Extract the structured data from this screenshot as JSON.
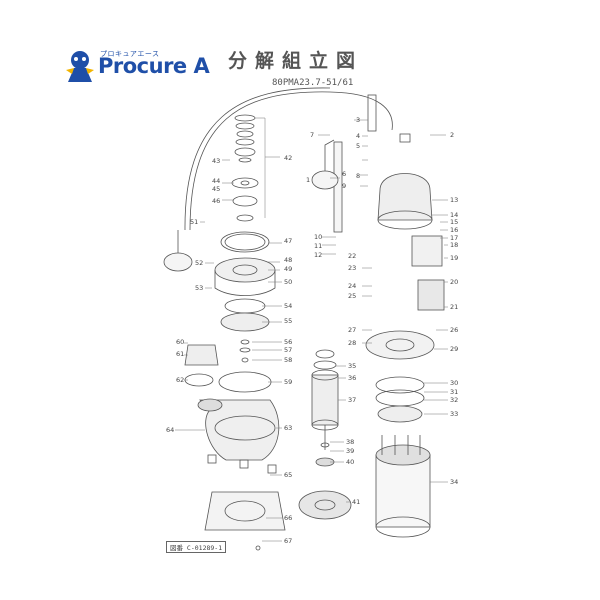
{
  "brand": {
    "small_text": "プロキュアエース",
    "main_text": "Procure A"
  },
  "header": {
    "title": "分解組立図",
    "model": "80PMA23.7-51/61"
  },
  "footer": {
    "drawing_code": "図番 C-01289-1"
  },
  "part_numbers": {
    "p1": "1",
    "p2": "2",
    "p3": "3",
    "p4": "4",
    "p5": "5",
    "p6": "6",
    "p7": "7",
    "p8": "8",
    "p9": "9",
    "p10": "10",
    "p11": "11",
    "p12": "12",
    "p13": "13",
    "p14": "14",
    "p15": "15",
    "p16": "16",
    "p17": "17",
    "p18": "18",
    "p19": "19",
    "p20": "20",
    "p21": "21",
    "p22": "22",
    "p23": "23",
    "p24": "24",
    "p25": "25",
    "p26": "26",
    "p27": "27",
    "p28": "28",
    "p29": "29",
    "p30": "30",
    "p31": "31",
    "p32": "32",
    "p33": "33",
    "p34": "34",
    "p35": "35",
    "p36": "36",
    "p37": "37",
    "p38": "38",
    "p39": "39",
    "p40": "40",
    "p41": "41",
    "p42": "42",
    "p43": "43",
    "p44": "44",
    "p45": "45",
    "p46": "46",
    "p47": "47",
    "p48": "48",
    "p49": "49",
    "p50": "50",
    "p51": "51",
    "p52": "52",
    "p53": "53",
    "p54": "54",
    "p55": "55",
    "p56": "56",
    "p57": "57",
    "p58": "58",
    "p59": "59",
    "p60": "60",
    "p61": "61",
    "p62": "62",
    "p63": "63",
    "p64": "64",
    "p65": "65",
    "p66": "66",
    "p67": "67"
  },
  "colors": {
    "brand_blue": "#1f4fa8",
    "line": "#555555"
  }
}
